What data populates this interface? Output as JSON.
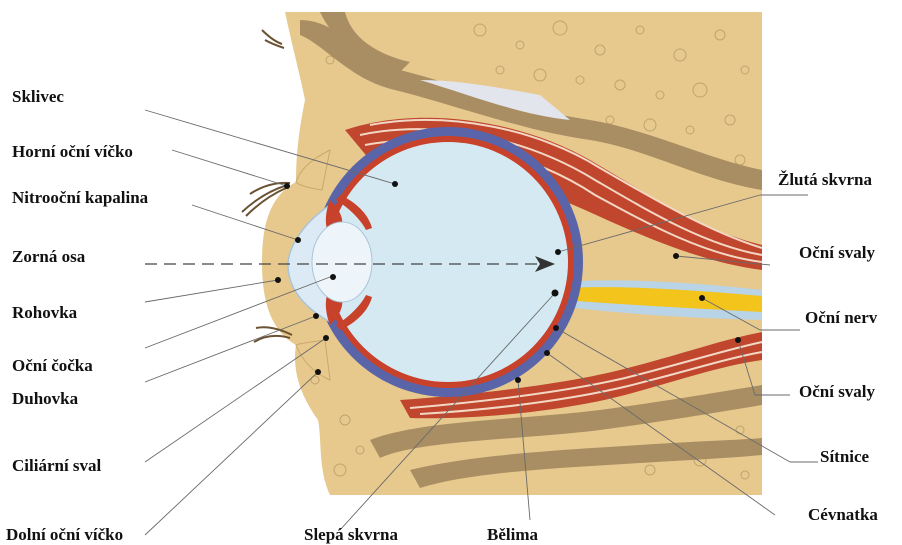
{
  "diagram": {
    "colors": {
      "skin": "#e7c98e",
      "bone": "#9e8760",
      "sclera": "#5a64a8",
      "choroid": "#c8412a",
      "vitreous": "#d5e9f3",
      "lens": "#e8f2f8",
      "muscle": "#c0462d",
      "optic_nerve": "#f2c41c"
    },
    "labels": {
      "sklivec": "Sklivec",
      "horni_vicko": "Horní oční víčko",
      "nitroocni_kapalina": "Nitrooční kapalina",
      "zorna_osa": "Zorná osa",
      "rohovka": "Rohovka",
      "ocni_cocka": "Oční čočka",
      "duhovka": "Duhovka",
      "ciliarni_sval": "Ciliární sval",
      "dolni_vicko": "Dolní oční víčko",
      "slepa_skvrna": "Slepá skvrna",
      "belima": "Bělima",
      "zluta_skvrna": "Žlutá skvrna",
      "ocni_svaly_top": "Oční svaly",
      "ocni_nerv": "Oční nerv",
      "ocni_svaly_bottom": "Oční svaly",
      "sitnice": "Sítnice",
      "cevnatka": "Cévnatka"
    }
  }
}
